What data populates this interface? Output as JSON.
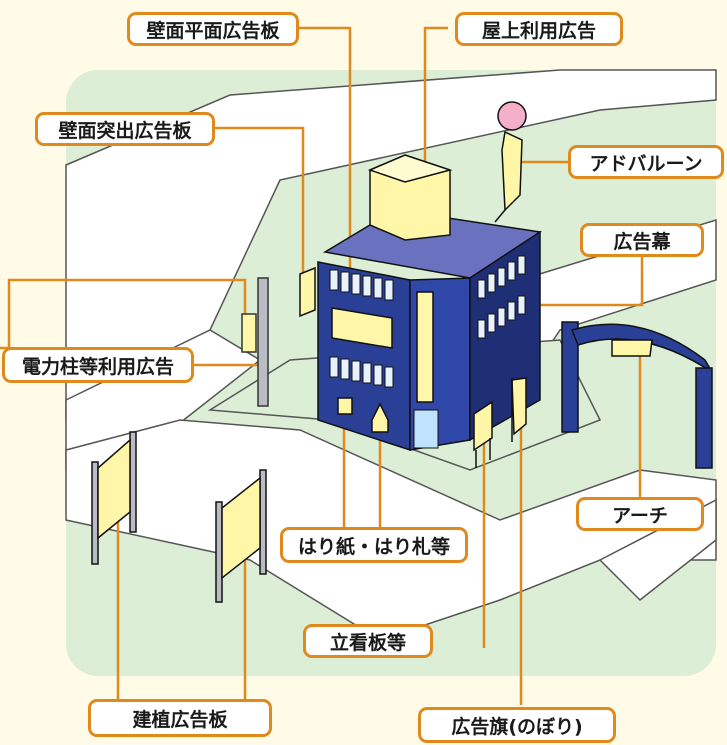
{
  "labels": {
    "wall_flat_signboard": "壁面平面広告板",
    "rooftop_ad": "屋上利用広告",
    "wall_projecting_signboard": "壁面突出広告板",
    "ad_balloon": "アドバルーン",
    "ad_banner": "広告幕",
    "utility_pole_ad": "電力柱等利用広告",
    "arch": "アーチ",
    "posters_and_placards": "はり紙・はり札等",
    "standing_signboard": "立看板等",
    "erected_signboard": "建植広告板",
    "ad_flag": "広告旗(のぼり)"
  },
  "colors": {
    "background": "#fffbe6",
    "ground": "#dcefd6",
    "road": "#ffffff",
    "building_front": "#2a3f96",
    "building_side": "#1f2f75",
    "building_roof": "#6a72c0",
    "signboard": "#fff6a8",
    "leader": "#e08a1e",
    "pole": "#b9bcc4"
  }
}
